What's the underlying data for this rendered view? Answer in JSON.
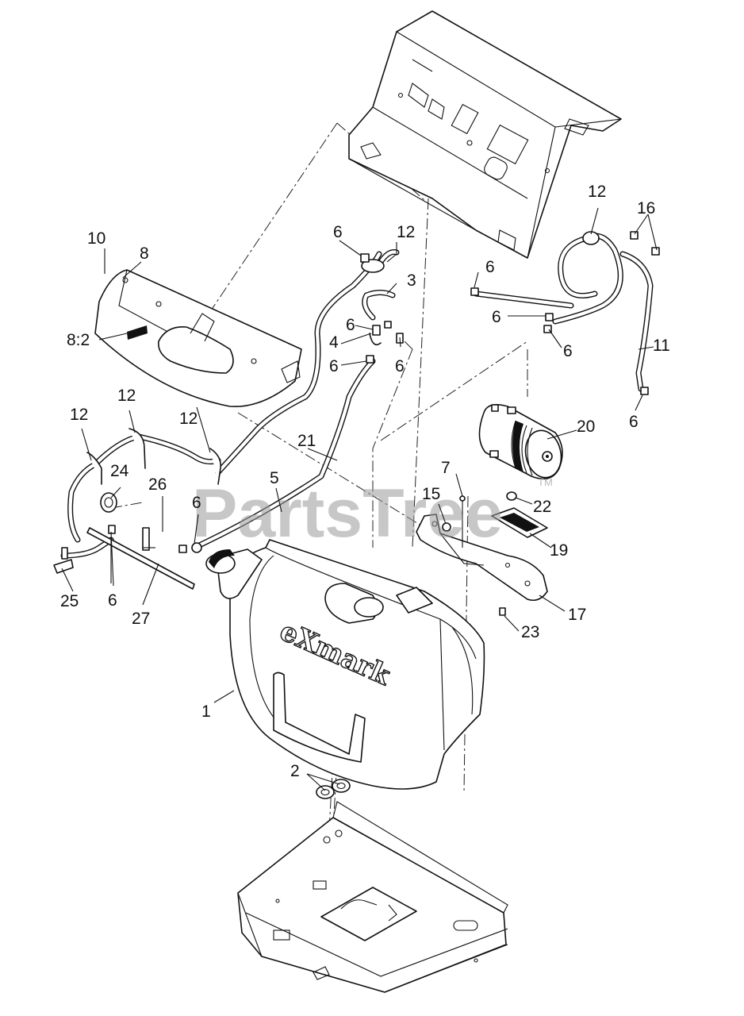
{
  "watermark": {
    "text": "PartsTree",
    "mark": "TM"
  },
  "brand_logo": {
    "text": "eXmark"
  },
  "callouts": [
    {
      "id": "c1",
      "label": "1"
    },
    {
      "id": "c2",
      "label": "2"
    },
    {
      "id": "c3",
      "label": "3"
    },
    {
      "id": "c4",
      "label": "4"
    },
    {
      "id": "c5",
      "label": "5"
    },
    {
      "id": "c6a",
      "label": "6"
    },
    {
      "id": "c6b",
      "label": "6"
    },
    {
      "id": "c6c",
      "label": "6"
    },
    {
      "id": "c6d",
      "label": "6"
    },
    {
      "id": "c6e",
      "label": "6"
    },
    {
      "id": "c6f",
      "label": "6"
    },
    {
      "id": "c6g",
      "label": "6"
    },
    {
      "id": "c6h",
      "label": "6"
    },
    {
      "id": "c6i",
      "label": "6"
    },
    {
      "id": "c6j",
      "label": "6"
    },
    {
      "id": "c7",
      "label": "7"
    },
    {
      "id": "c8",
      "label": "8"
    },
    {
      "id": "c82",
      "label": "8:2"
    },
    {
      "id": "c10",
      "label": "10"
    },
    {
      "id": "c11",
      "label": "11"
    },
    {
      "id": "c12a",
      "label": "12"
    },
    {
      "id": "c12b",
      "label": "12"
    },
    {
      "id": "c12c",
      "label": "12"
    },
    {
      "id": "c12d",
      "label": "12"
    },
    {
      "id": "c12e",
      "label": "12"
    },
    {
      "id": "c15",
      "label": "15"
    },
    {
      "id": "c16",
      "label": "16"
    },
    {
      "id": "c17",
      "label": "17"
    },
    {
      "id": "c19",
      "label": "19"
    },
    {
      "id": "c20",
      "label": "20"
    },
    {
      "id": "c21",
      "label": "21"
    },
    {
      "id": "c22",
      "label": "22"
    },
    {
      "id": "c23",
      "label": "23"
    },
    {
      "id": "c24",
      "label": "24"
    },
    {
      "id": "c25",
      "label": "25"
    },
    {
      "id": "c26",
      "label": "26"
    },
    {
      "id": "c27",
      "label": "27"
    }
  ]
}
